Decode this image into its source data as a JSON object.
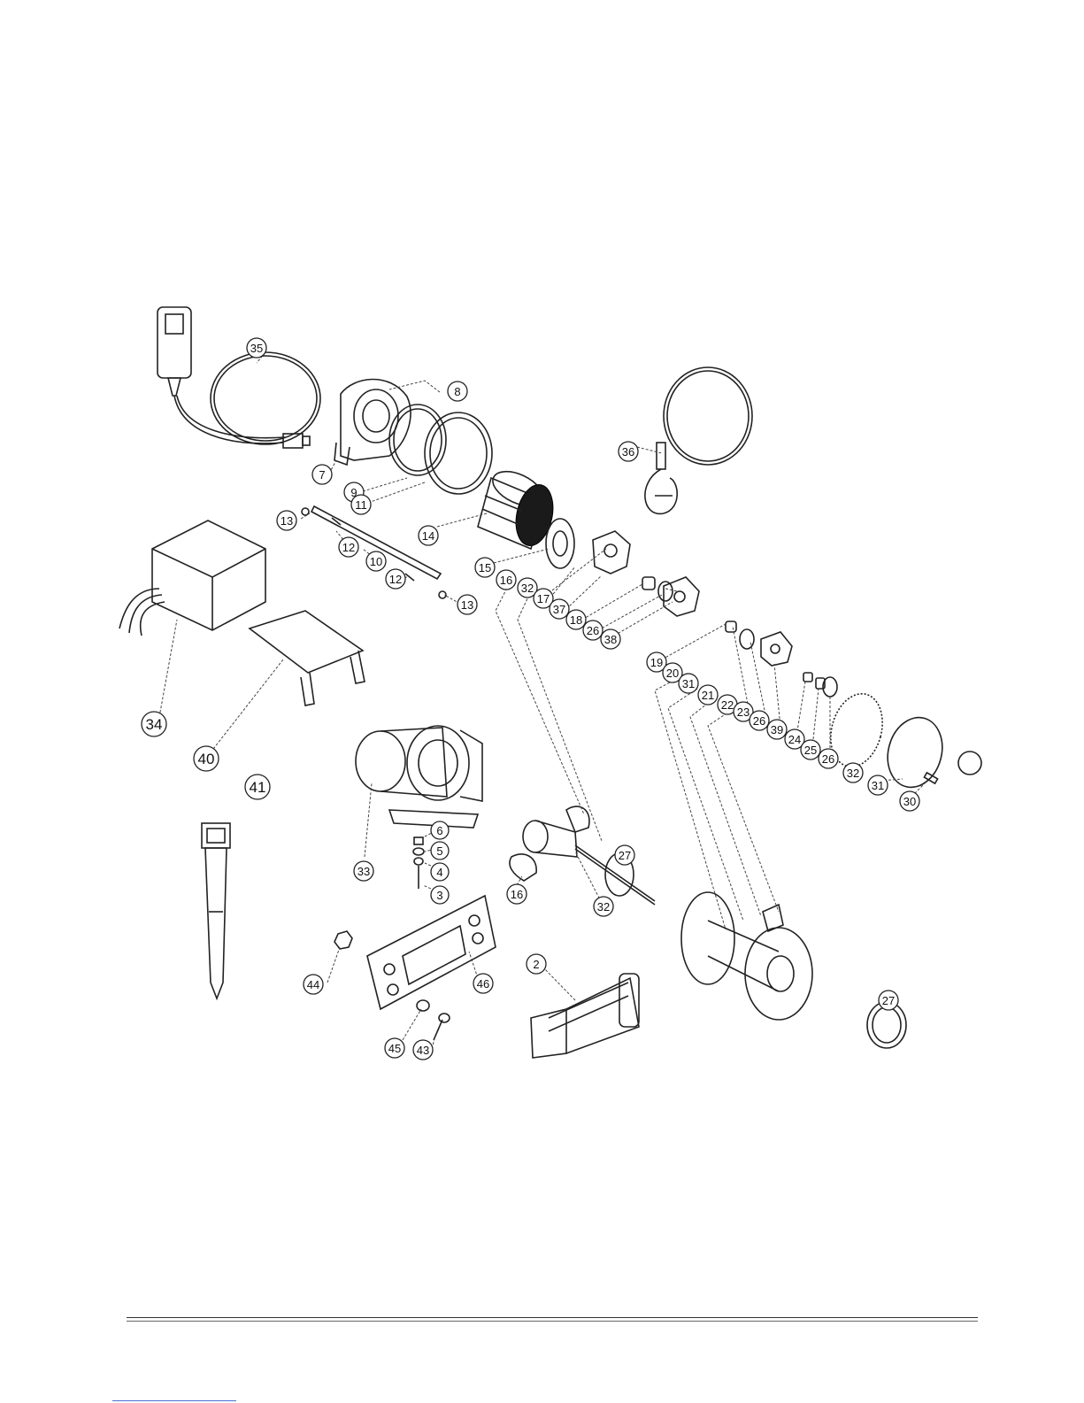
{
  "diagram": {
    "callouts": {
      "c2": "2",
      "c3": "3",
      "c4": "4",
      "c5": "5",
      "c6": "6",
      "c7": "7",
      "c8": "8",
      "c9": "9",
      "c10": "10",
      "c11": "11",
      "c12a": "12",
      "c12b": "12",
      "c13a": "13",
      "c13b": "13",
      "c14": "14",
      "c15": "15",
      "c16a": "16",
      "c16b": "16",
      "c17": "17",
      "c18": "18",
      "c19": "19",
      "c20": "20",
      "c21": "21",
      "c22": "22",
      "c23": "23",
      "c24": "24",
      "c25": "25",
      "c26a": "26",
      "c26b": "26",
      "c26c": "26",
      "c27a": "27",
      "c27b": "27",
      "c30": "30",
      "c31a": "31",
      "c31b": "31",
      "c32a": "32",
      "c32b": "32",
      "c32c": "32",
      "c33": "33",
      "c34": "34",
      "c35": "35",
      "c36": "36",
      "c37": "37",
      "c38": "38",
      "c39": "39",
      "c40": "40",
      "c41": "41",
      "c43": "43",
      "c44": "44",
      "c45": "45",
      "c46": "46"
    },
    "colors": {
      "line": "#222222",
      "fill": "#ffffff",
      "dark": "#1a1a1a",
      "footer_link": "#4a6fd6"
    }
  }
}
